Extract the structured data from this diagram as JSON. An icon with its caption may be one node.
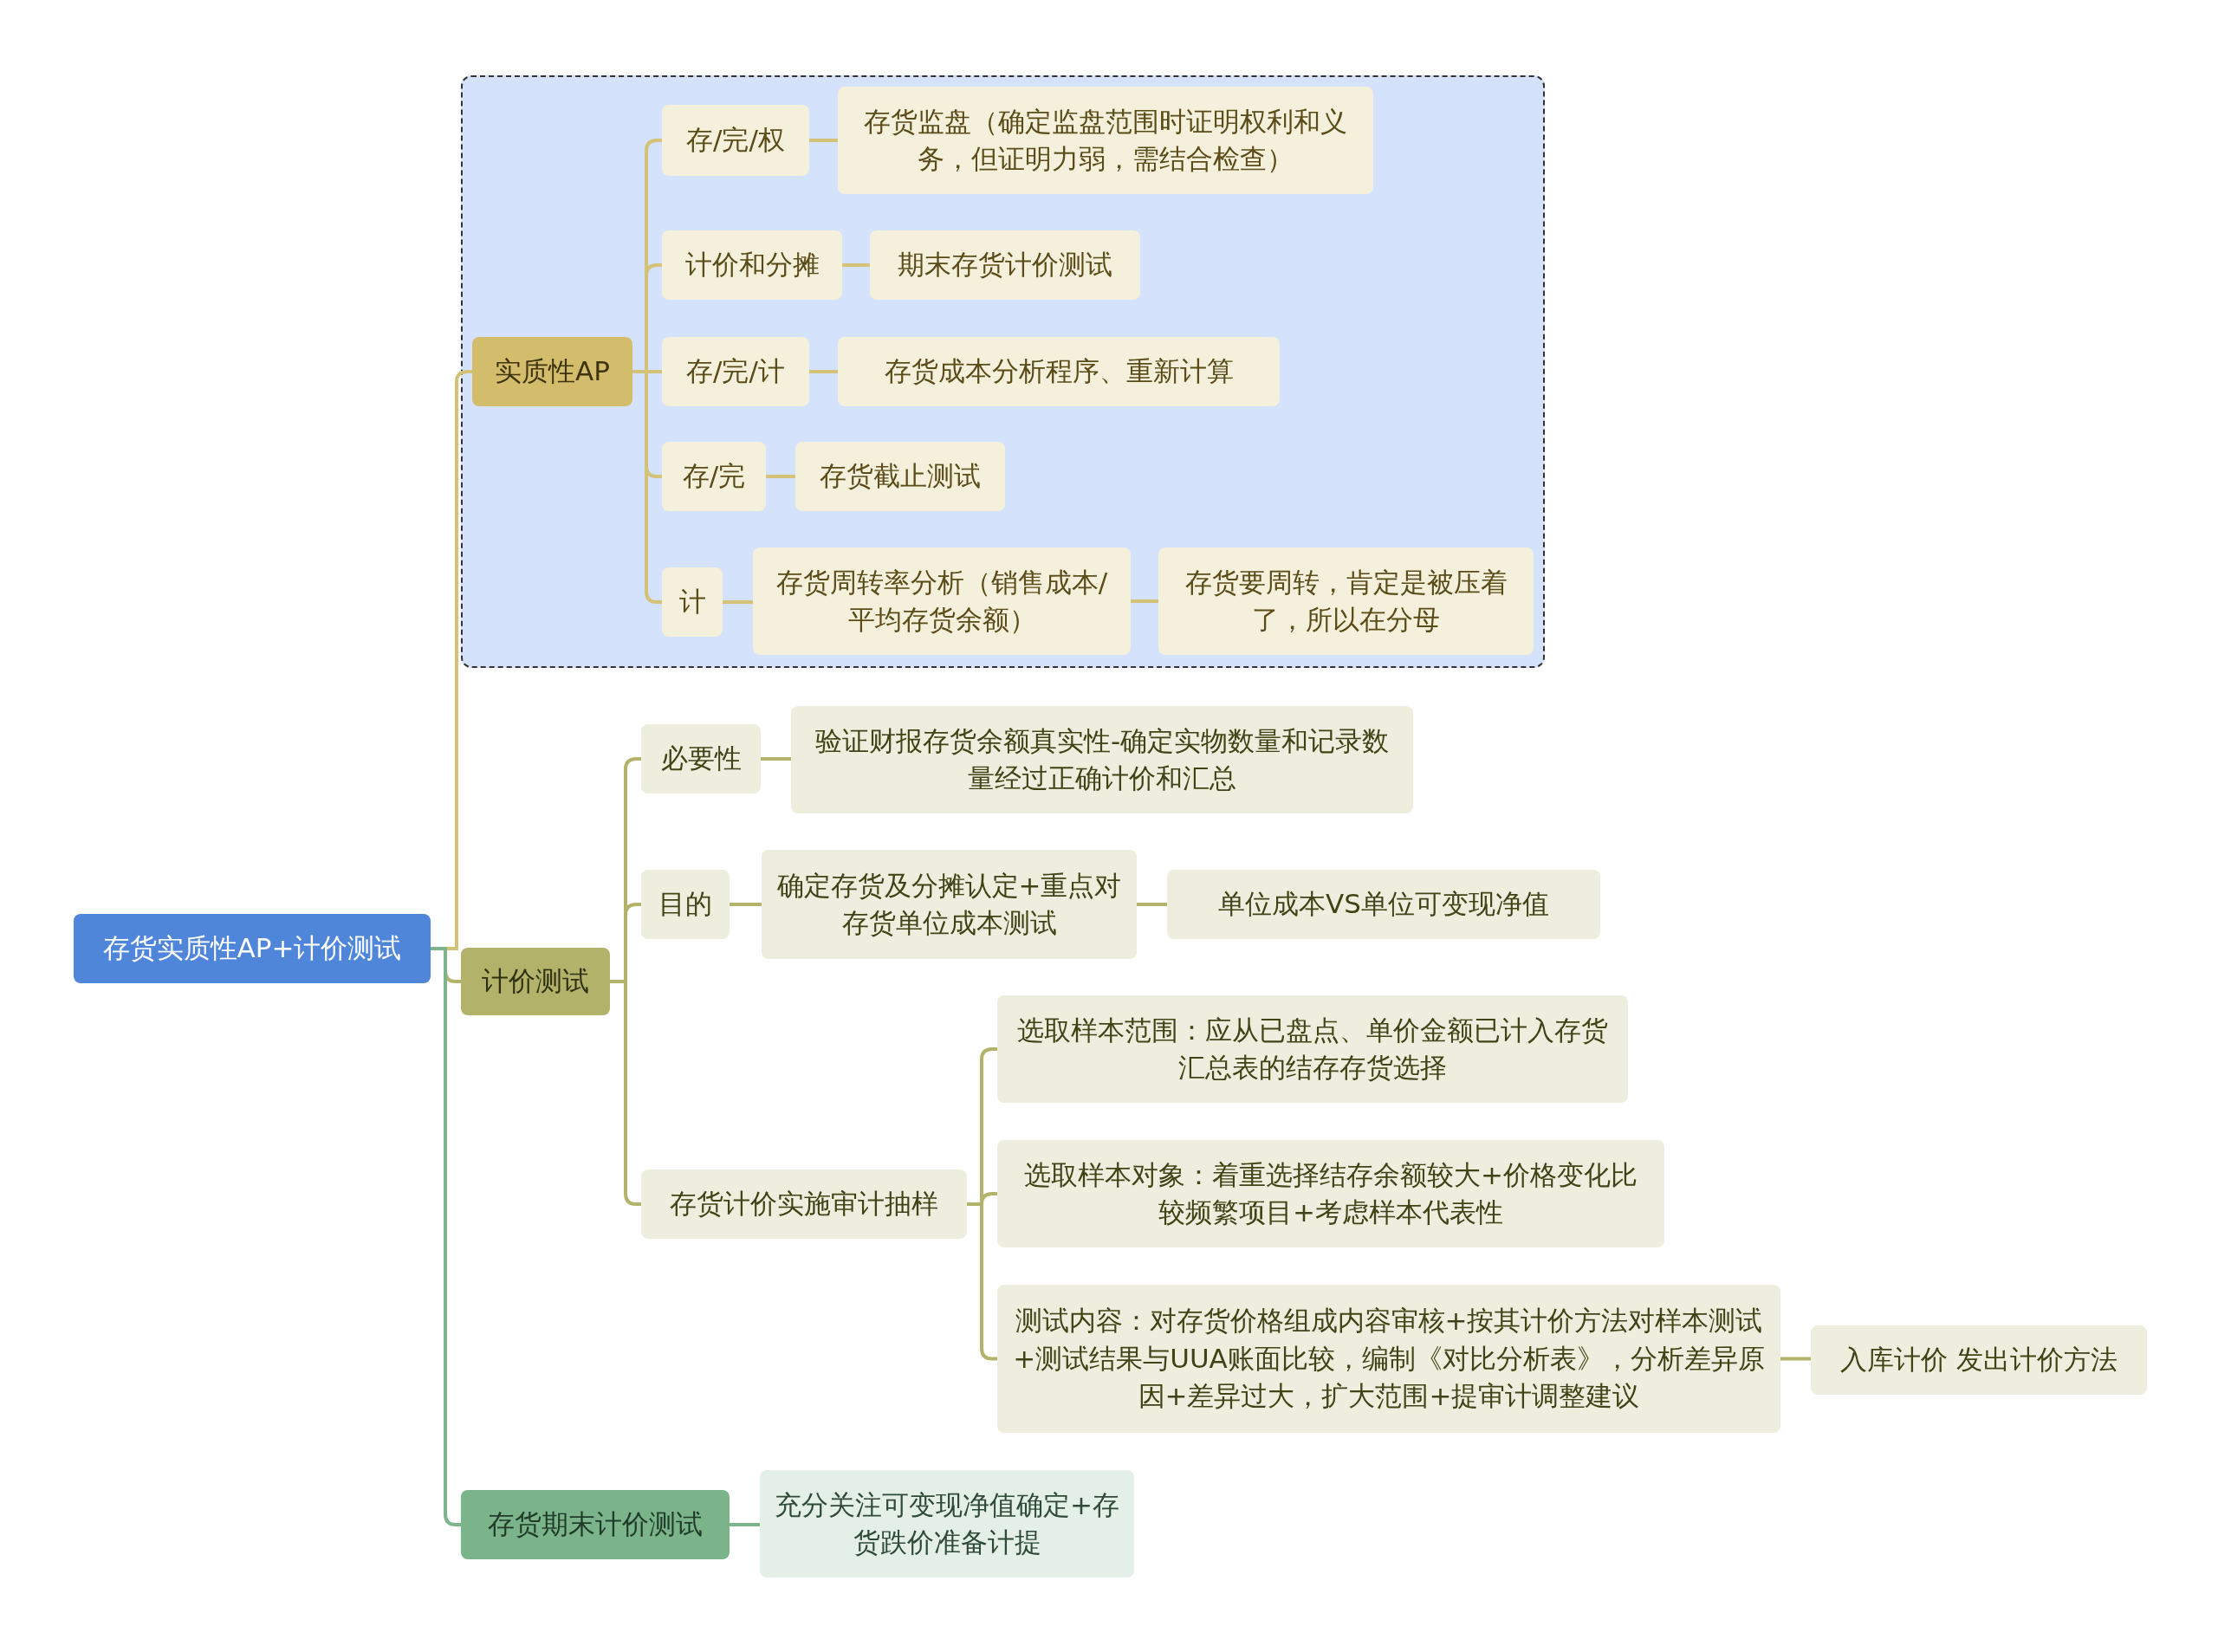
{
  "diagram": {
    "nodes": [
      {
        "text": [
          "存货实质性AP+计价测试"
        ]
      },
      {
        "text": [
          "实质性AP"
        ]
      },
      {
        "text": [
          "存/完/权"
        ]
      },
      {
        "text": [
          "存货监盘（确定监盘范围时证明权利和义务，但证明力弱，需结合检查）"
        ]
      },
      {
        "text": [
          "计价和分摊"
        ]
      },
      {
        "text": [
          "期末存货计价测试"
        ]
      },
      {
        "text": [
          "存/完/计"
        ]
      },
      {
        "text": [
          "存货成本分析程序、重新计算"
        ]
      },
      {
        "text": [
          "存/完"
        ]
      },
      {
        "text": [
          "存货截止测试"
        ]
      },
      {
        "text": [
          "计"
        ]
      },
      {
        "text": [
          "存货周转率分析（销售成本/平均存货余额）"
        ]
      },
      {
        "text": [
          "存货要周转，肯定是被压着了，所以在分母"
        ]
      },
      {
        "text": [
          "计价测试"
        ]
      },
      {
        "text": [
          "必要性"
        ]
      },
      {
        "text": [
          "验证财报存货余额真实性-确定实物数量和记录数量经过正确计价和汇总"
        ]
      },
      {
        "text": [
          "目的"
        ]
      },
      {
        "text": [
          "确定存货及分摊认定+重点对存货单位成本测试"
        ]
      },
      {
        "text": [
          "单位成本VS单位可变现净值"
        ]
      },
      {
        "text": [
          "存货计价实施审计抽样"
        ]
      },
      {
        "text": [
          "选取样本范围：应从已盘点、单价金额已计入存货汇总表的结存存货选择"
        ]
      },
      {
        "text": [
          "选取样本对象：着重选择结存余额较大+价格变化比较频繁项目+考虑样本代表性"
        ]
      },
      {
        "text": [
          "测试内容：对存货价格组成内容审核+按其计价方法对样本测试+测试结果与UUA账面比较，编制《对比分析表》，分析差异原因+差异过大，扩大范围+提审计调整建议"
        ]
      },
      {
        "text": [
          "入库计价 发出计价方法"
        ]
      },
      {
        "text": [
          "存货期末计价测试"
        ]
      },
      {
        "text": [
          "充分关注可变现净值确定+存货跌价准备计提"
        ]
      }
    ],
    "edges": [
      {
        "from": 0,
        "to": 1,
        "arrow": "none",
        "color": "#d3c277"
      },
      {
        "from": 0,
        "to": 13,
        "arrow": "none",
        "color": "#b4b36b"
      },
      {
        "from": 0,
        "to": 24,
        "arrow": "none",
        "color": "#7db48c"
      },
      {
        "from": 1,
        "to": 2,
        "arrow": "none",
        "color": "#d3c277"
      },
      {
        "from": 1,
        "to": 4,
        "arrow": "none",
        "color": "#d3c277"
      },
      {
        "from": 1,
        "to": 6,
        "arrow": "none",
        "color": "#d3c277"
      },
      {
        "from": 1,
        "to": 8,
        "arrow": "none",
        "color": "#d3c277"
      },
      {
        "from": 1,
        "to": 10,
        "arrow": "none",
        "color": "#d3c277"
      },
      {
        "from": 2,
        "to": 3,
        "arrow": "none",
        "color": "#d3c277"
      },
      {
        "from": 4,
        "to": 5,
        "arrow": "none",
        "color": "#d3c277"
      },
      {
        "from": 6,
        "to": 7,
        "arrow": "none",
        "color": "#d3c277"
      },
      {
        "from": 8,
        "to": 9,
        "arrow": "none",
        "color": "#d3c277"
      },
      {
        "from": 10,
        "to": 11,
        "arrow": "none",
        "color": "#d3c277"
      },
      {
        "from": 11,
        "to": 12,
        "arrow": "none",
        "color": "#d3c277"
      },
      {
        "from": 13,
        "to": 14,
        "arrow": "none",
        "color": "#b4b36b"
      },
      {
        "from": 13,
        "to": 16,
        "arrow": "none",
        "color": "#b4b36b"
      },
      {
        "from": 13,
        "to": 19,
        "arrow": "none",
        "color": "#b4b36b"
      },
      {
        "from": 14,
        "to": 15,
        "arrow": "none",
        "color": "#b4b36b"
      },
      {
        "from": 16,
        "to": 17,
        "arrow": "none",
        "color": "#b4b36b"
      },
      {
        "from": 17,
        "to": 18,
        "arrow": "none",
        "color": "#b4b36b"
      },
      {
        "from": 19,
        "to": 20,
        "arrow": "none",
        "color": "#b4b36b"
      },
      {
        "from": 19,
        "to": 21,
        "arrow": "none",
        "color": "#b4b36b"
      },
      {
        "from": 19,
        "to": 22,
        "arrow": "none",
        "color": "#b4b36b"
      },
      {
        "from": 22,
        "to": 23,
        "arrow": "none",
        "color": "#b4b36b"
      },
      {
        "from": 24,
        "to": 25,
        "arrow": "none",
        "color": "#7db48c"
      }
    ]
  }
}
